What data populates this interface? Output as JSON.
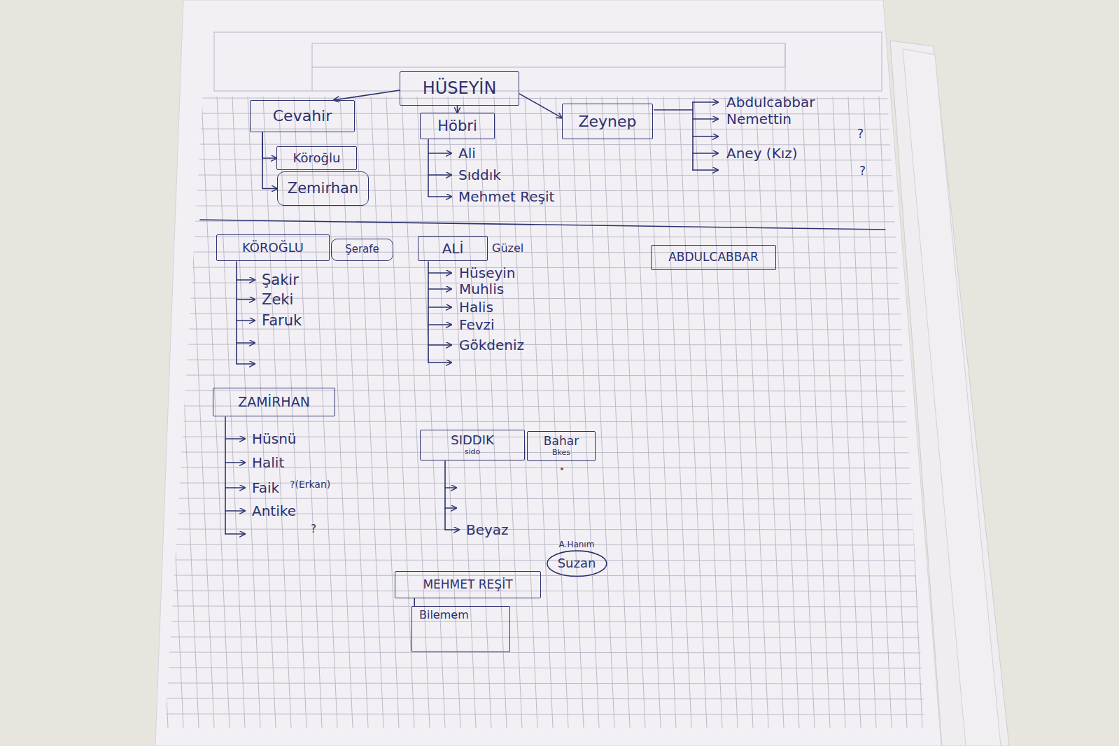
{
  "diagram": {
    "nodes": [
      {
        "text": [
          "HÜSEYİN"
        ]
      },
      {
        "text": [
          "Cevahir"
        ]
      },
      {
        "text": [
          "Höbri"
        ]
      },
      {
        "text": [
          "Zeynep"
        ]
      },
      {
        "text": [
          "Köroğlu"
        ]
      },
      {
        "text": [
          "Zemirhan"
        ]
      },
      {
        "text": [
          "KÖROĞLU"
        ]
      },
      {
        "text": [
          "Şerafe"
        ]
      },
      {
        "text": [
          "ALİ"
        ]
      },
      {
        "text": [
          "ABDULCABBAR"
        ]
      },
      {
        "text": [
          "ZAMİRHAN"
        ]
      },
      {
        "text": [
          "SIDDIK",
          "sido"
        ]
      },
      {
        "text": [
          "Bahar",
          "Bkes"
        ]
      },
      {
        "text": [
          "MEHMET REŞİT"
        ]
      },
      {
        "text": [
          "A.Hanım",
          "Suzan"
        ]
      },
      {
        "text": [
          "Bilemem"
        ]
      }
    ],
    "edges": [
      {
        "from": 0,
        "to": 1,
        "arrow": "to"
      },
      {
        "from": 0,
        "to": 2,
        "arrow": "to"
      },
      {
        "from": 0,
        "to": 3,
        "arrow": "to"
      },
      {
        "from": 1,
        "to": 4,
        "arrow": "to"
      },
      {
        "from": 1,
        "to": 5,
        "arrow": "to"
      },
      {
        "from": 13,
        "to": 15,
        "arrow": "none"
      }
    ],
    "labels": [
      "Abdulcabbar",
      "Nemettin",
      "Aney (Kız)",
      "?",
      "?",
      "Ali",
      "Sıddık",
      "Mehmet Reşit",
      "Şakir",
      "Zeki",
      "Faruk",
      "Güzel",
      "Hüseyin",
      "Muhlis",
      "Halis",
      "Fevzi",
      "Gökdeniz",
      "Hüsnü",
      "Halit",
      "Faik",
      "?(Erkan)",
      "Antike",
      "?",
      "Beyaz"
    ]
  }
}
